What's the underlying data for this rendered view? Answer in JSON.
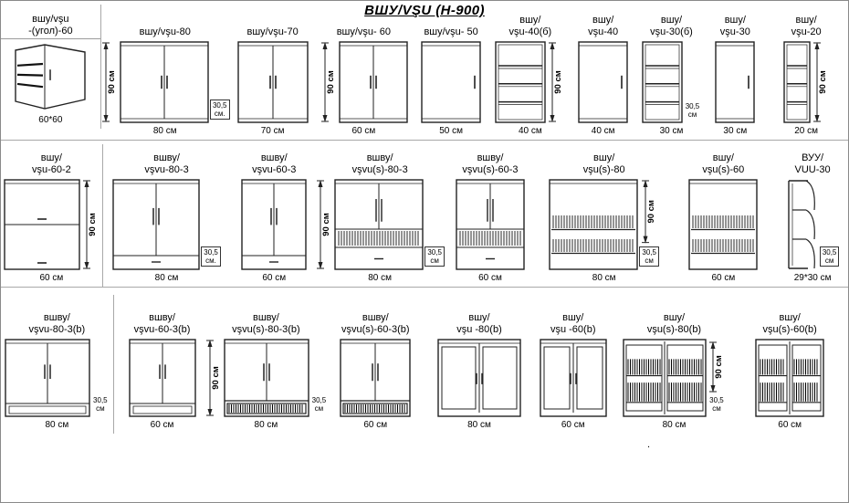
{
  "title": "ВШУ/VŞU  (Н-900)",
  "stray_mark": ".",
  "rows": [
    {
      "cabinets": [
        {
          "label": "вшу/vşu\n-(угол)-60",
          "size": "60*60",
          "type": "corner"
        },
        {
          "label": "вшу/vşu-80",
          "size": "80 см",
          "type": "door2",
          "dim_left": "90 см",
          "dim_br": "30,5\nсм.",
          "dim_br_boxed": true
        },
        {
          "label": "вшу/vşu-70",
          "size": "70 см",
          "type": "door2"
        },
        {
          "label": "вшу/vşu- 60",
          "size": "60 см",
          "type": "door2",
          "dim_left": "90 см"
        },
        {
          "label": "вшу/vşu- 50",
          "size": "50 см",
          "type": "door1"
        },
        {
          "label": "вшу/\nvşu-40(б)",
          "size": "40 см",
          "type": "open3",
          "dim_right": "90 см"
        },
        {
          "label": "вшу/\nvşu-40",
          "size": "40 см",
          "type": "door1"
        },
        {
          "label": "вшу/\nvşu-30(б)",
          "size": "30 см",
          "type": "open3",
          "dim_br": "30,5\nсм",
          "dim_br_boxed": false
        },
        {
          "label": "вшу/\nvşu-30",
          "size": "30 см",
          "type": "door1"
        },
        {
          "label": "вшу/\nvşu-20",
          "size": "20 см",
          "type": "open3",
          "dim_right": "90 см"
        }
      ]
    },
    {
      "cabinets": [
        {
          "label": "вшу/\nvşu-60-2",
          "size": "60 см",
          "type": "flap2",
          "dim_right": "90 см"
        },
        {
          "label": "вшву/\nvşvu-80-3",
          "size": "80 см",
          "type": "doors_flap",
          "dim_br": "30,5\nсм.",
          "dim_br_boxed": true
        },
        {
          "label": "вшву/\nvşvu-60-3",
          "size": "60 см",
          "type": "doors_flap"
        },
        {
          "label": "вшву/\nvşvu(s)-80-3",
          "size": "80 см",
          "type": "doors_dryer_flap",
          "dim_left": "90 см",
          "dim_br": "30,5\nсм",
          "dim_br_boxed": true
        },
        {
          "label": "вшву/\nvşvu(s)-60-3",
          "size": "60 см",
          "type": "doors_dryer_flap"
        },
        {
          "label": "вшу/\nvşu(s)-80",
          "size": "80 см",
          "type": "dryer_open",
          "dim_right": "90 см",
          "dim_br": "30,5\nсм",
          "dim_br_boxed": true
        },
        {
          "label": "вшу/\nvşu(s)-60",
          "size": "60 см",
          "type": "dryer_open"
        },
        {
          "label": "ВУУ/\nVUU-30",
          "size": "29*30 см",
          "type": "vuu",
          "dim_br": "30,5\nсм",
          "dim_br_boxed": true
        }
      ]
    },
    {
      "cabinets": [
        {
          "label": "вшву/\nvşvu-80-3(b)",
          "size": "80 см",
          "type": "doors_niche",
          "dim_br": "30,5\nсм",
          "dim_br_boxed": false
        },
        {
          "label": "вшву/\nvşvu-60-3(b)",
          "size": "60 см",
          "type": "doors_niche"
        },
        {
          "label": "вшву/\nvşvu(s)-80-3(b)",
          "size": "80 см",
          "type": "doors_dryer_niche",
          "dim_left": "90 см",
          "dim_br": "30,5\nсм",
          "dim_br_boxed": false
        },
        {
          "label": "вшву/\nvşvu(s)-60-3(b)",
          "size": "60 см",
          "type": "doors_dryer_niche"
        },
        {
          "label": "вшу/\nvşu -80(b)",
          "size": "80 см",
          "type": "glass2"
        },
        {
          "label": "вшу/\nvşu -60(b)",
          "size": "60 см",
          "type": "glass2"
        },
        {
          "label": "вшу/\nvşu(s)-80(b)",
          "size": "80 см",
          "type": "glass_dryer",
          "dim_right": "90 см",
          "dim_br": "30,5\nсм",
          "dim_br_boxed": false
        },
        {
          "label": "вшу/\nvşu(s)-60(b)",
          "size": "60 см",
          "type": "glass_dryer"
        }
      ]
    }
  ]
}
